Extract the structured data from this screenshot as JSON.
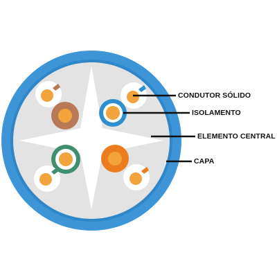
{
  "labels": {
    "conductor": "CONDUTOR SÓLIDO",
    "insulation": "ISOLAMENTO",
    "central_element": "ELEMENTO CENTRAL",
    "jacket": "CAPA"
  },
  "colors": {
    "jacket": "#3d95d8",
    "jacket_edge": "#2f86c9",
    "filler": "#e3e3e3",
    "spline": "#ffffff",
    "conductor": "#f2a33c",
    "pair_blue": "#2e8fd0",
    "pair_brown": "#b87a56",
    "pair_green": "#3f8f6e",
    "pair_orange": "#ec7d1f",
    "leader_line": "#111111"
  }
}
